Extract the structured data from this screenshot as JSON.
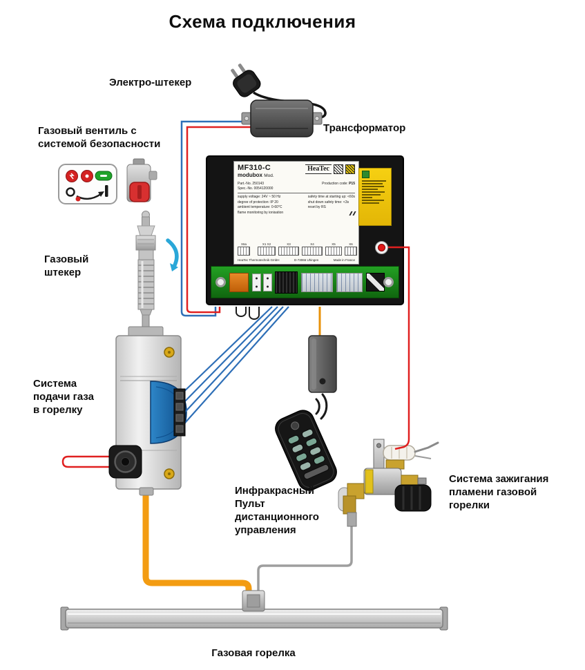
{
  "title": "Схема подключения",
  "labels": {
    "electro_plug": "Электро-штекер",
    "transformer": "Трансформатор",
    "gas_valve": [
      "Газовый вентиль с",
      "системой безопасности"
    ],
    "gas_plug": [
      "Газовый",
      "штекер"
    ],
    "gas_supply": [
      "Система",
      "подачи газа",
      "в горелку"
    ],
    "remote": [
      "Инфракрасный",
      "Пульт",
      "дистанционного",
      "управления"
    ],
    "ignition": [
      "Система зажигания",
      "пламени газовой",
      "горелки"
    ],
    "burner": "Газовая горелка"
  },
  "control_unit": {
    "model": "MF310-C",
    "series": "modubox",
    "mod": "Mod.",
    "brand": "HeaTec",
    "part_no": "Part.-No. 250143",
    "spec_no": "Spec.-No. 0054120000",
    "production_label": "Production code:",
    "production_value": "P15",
    "specs_left": [
      "supply voltage: 24V ~ 50 Hz",
      "degree of protection: IP 20",
      "ambient temperature: 0-60°C",
      "flame monitoring by ionisation"
    ],
    "specs_right": [
      "safety time at starting up: <60s",
      "shut down safety time: <3s",
      "reset by RS"
    ],
    "terminal_group": "X6a",
    "terminals": [
      "X1 X2",
      "X3",
      "X4",
      "X5",
      "X6"
    ],
    "footer_company": "HeaTec Thermotechnik GmbH",
    "footer_city": "D-73066 Uhingen",
    "footer_origin": "Made in France"
  },
  "colors": {
    "wire_blue": "#2e6fb7",
    "wire_red": "#e02020",
    "wire_orange": "#e8920a",
    "hose_orange": "#f39c12",
    "pcb_green": "#1a8a1a",
    "warning_yellow": "#f2c80a",
    "unit_black": "#141414"
  }
}
